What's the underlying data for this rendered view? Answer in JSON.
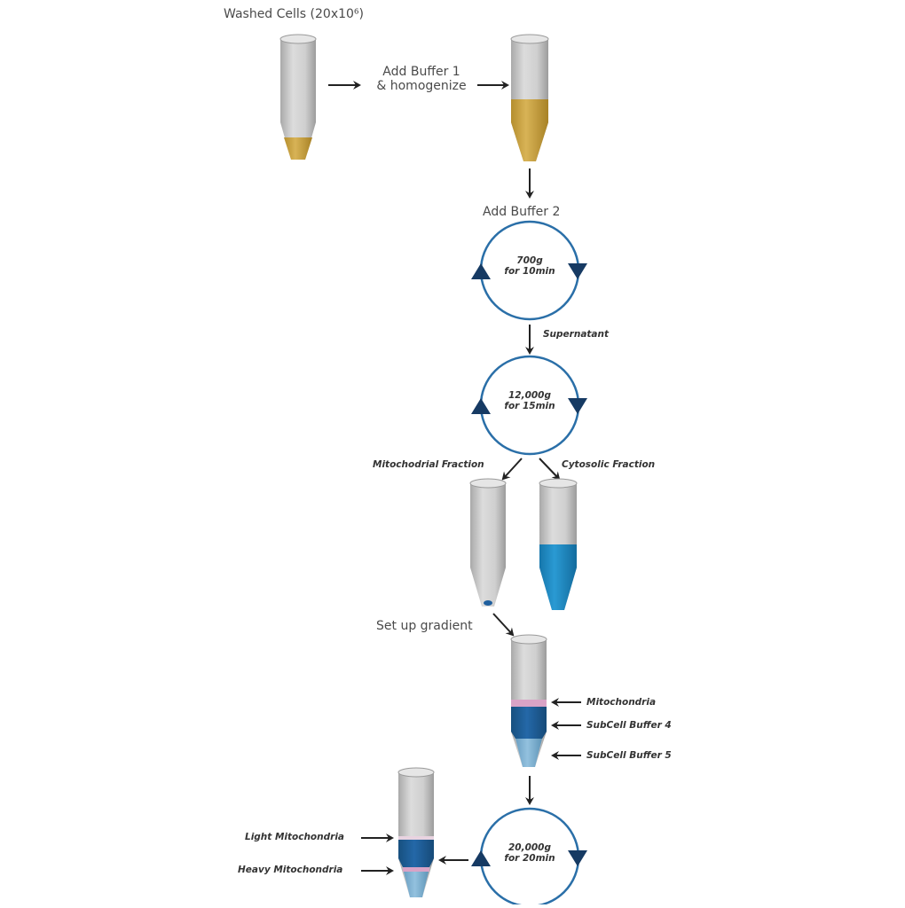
{
  "title_step": {
    "label": "Washed Cells (20x10⁶)"
  },
  "step1": {
    "line1": "Add Buffer 1",
    "line2": "& homogenize"
  },
  "step2": {
    "label": "Add Buffer 2"
  },
  "spin1": {
    "line1": "700g",
    "line2": "for 10min"
  },
  "supernatant": {
    "label": "Supernatant"
  },
  "spin2": {
    "line1": "12,000g",
    "line2": "for 15min"
  },
  "fractions": {
    "mito": "Mitochodrial Fraction",
    "cyto": "Cytosolic Fraction"
  },
  "gradient": {
    "label": "Set up gradient",
    "layers": [
      "Mitochondria",
      "SubCell Buffer 4",
      "SubCell Buffer 5"
    ]
  },
  "spin3": {
    "line1": "20,000g",
    "line2": "for 20min"
  },
  "final": {
    "light": "Light Mitochondria",
    "heavy": "Heavy Mitochondria"
  },
  "colors": {
    "tube_gray": "#c8c8c8",
    "pellet_gold": "#c9a443",
    "cytosol_blue": "#1e8bc3",
    "buffer4_blue": "#1f5f9e",
    "buffer5_blue": "#7fb3d5",
    "mito_band_pink": "#d9a3c6",
    "cycle_blue": "#2a6fa8",
    "cycle_arrow_navy": "#163a63"
  }
}
